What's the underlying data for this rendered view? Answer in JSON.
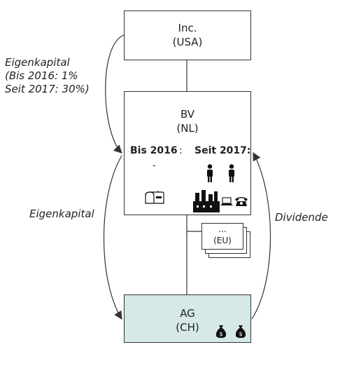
{
  "inc": {
    "name": "Inc.",
    "country": "(USA)"
  },
  "bv": {
    "name": "BV",
    "country": "(NL)",
    "before_label": "Bis 2016",
    "before_colon": ":",
    "before_value": "-",
    "after_label": "Seit 2017:"
  },
  "ag": {
    "name": "AG",
    "country": "(CH)"
  },
  "eu": {
    "dots": "...",
    "label": "(EU)"
  },
  "labels": {
    "top_left": [
      "Eigenkapital",
      "(Bis 2016: 1%",
      "Seit 2017: 30%)"
    ],
    "left": "Eigenkapital",
    "right": "Dividende"
  },
  "colors": {
    "ag_fill": "#d6e8e8",
    "stroke": "#333333"
  },
  "icons": [
    "person-icon",
    "person-icon",
    "mailbox-icon",
    "factory-icon",
    "laptop-icon",
    "telephone-icon",
    "money-bag-icon",
    "money-bag-icon"
  ]
}
